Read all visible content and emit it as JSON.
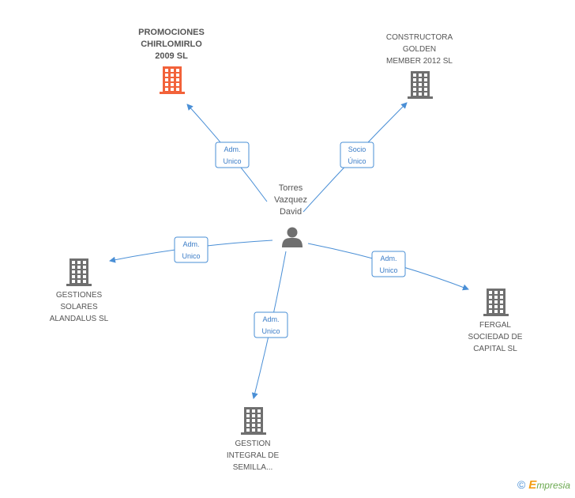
{
  "person": {
    "name_lines": [
      "Torres",
      "Vazquez",
      "David"
    ],
    "icon": "person-icon"
  },
  "companies": [
    {
      "id": "promociones",
      "label_lines": [
        "PROMOCIONES",
        "CHIRLOMIRLO",
        "2009 SL"
      ],
      "highlight": true,
      "color": "#f2623a",
      "icon": "building-icon"
    },
    {
      "id": "constructora",
      "label_lines": [
        "CONSTRUCTORA",
        "GOLDEN",
        "MEMBER 2012 SL"
      ],
      "highlight": false,
      "color": "#6f6f6f",
      "icon": "building-icon"
    },
    {
      "id": "gestiones",
      "label_lines": [
        "GESTIONES",
        "SOLARES",
        "ALANDALUS SL"
      ],
      "highlight": false,
      "color": "#6f6f6f",
      "icon": "building-icon"
    },
    {
      "id": "fergal",
      "label_lines": [
        "FERGAL",
        "SOCIEDAD DE",
        "CAPITAL SL"
      ],
      "highlight": false,
      "color": "#6f6f6f",
      "icon": "building-icon"
    },
    {
      "id": "gestion",
      "label_lines": [
        "GESTION",
        "INTEGRAL DE",
        "SEMILLA..."
      ],
      "highlight": false,
      "color": "#6f6f6f",
      "icon": "building-icon"
    }
  ],
  "relations": [
    {
      "to": "promociones",
      "role_lines": [
        "Adm.",
        "Unico"
      ]
    },
    {
      "to": "constructora",
      "role_lines": [
        "Socio",
        "Único"
      ]
    },
    {
      "to": "gestiones",
      "role_lines": [
        "Adm.",
        "Unico"
      ]
    },
    {
      "to": "fergal",
      "role_lines": [
        "Adm.",
        "Unico"
      ]
    },
    {
      "to": "gestion",
      "role_lines": [
        "Adm.",
        "Unico"
      ]
    }
  ],
  "colors": {
    "edge": "#4a8fd6",
    "role_text": "#3a7cc7",
    "node": "#6f6f6f",
    "highlight": "#f2623a"
  },
  "footer": {
    "copyright": "©",
    "brand_initial": "E",
    "brand_rest": "mpresia"
  }
}
